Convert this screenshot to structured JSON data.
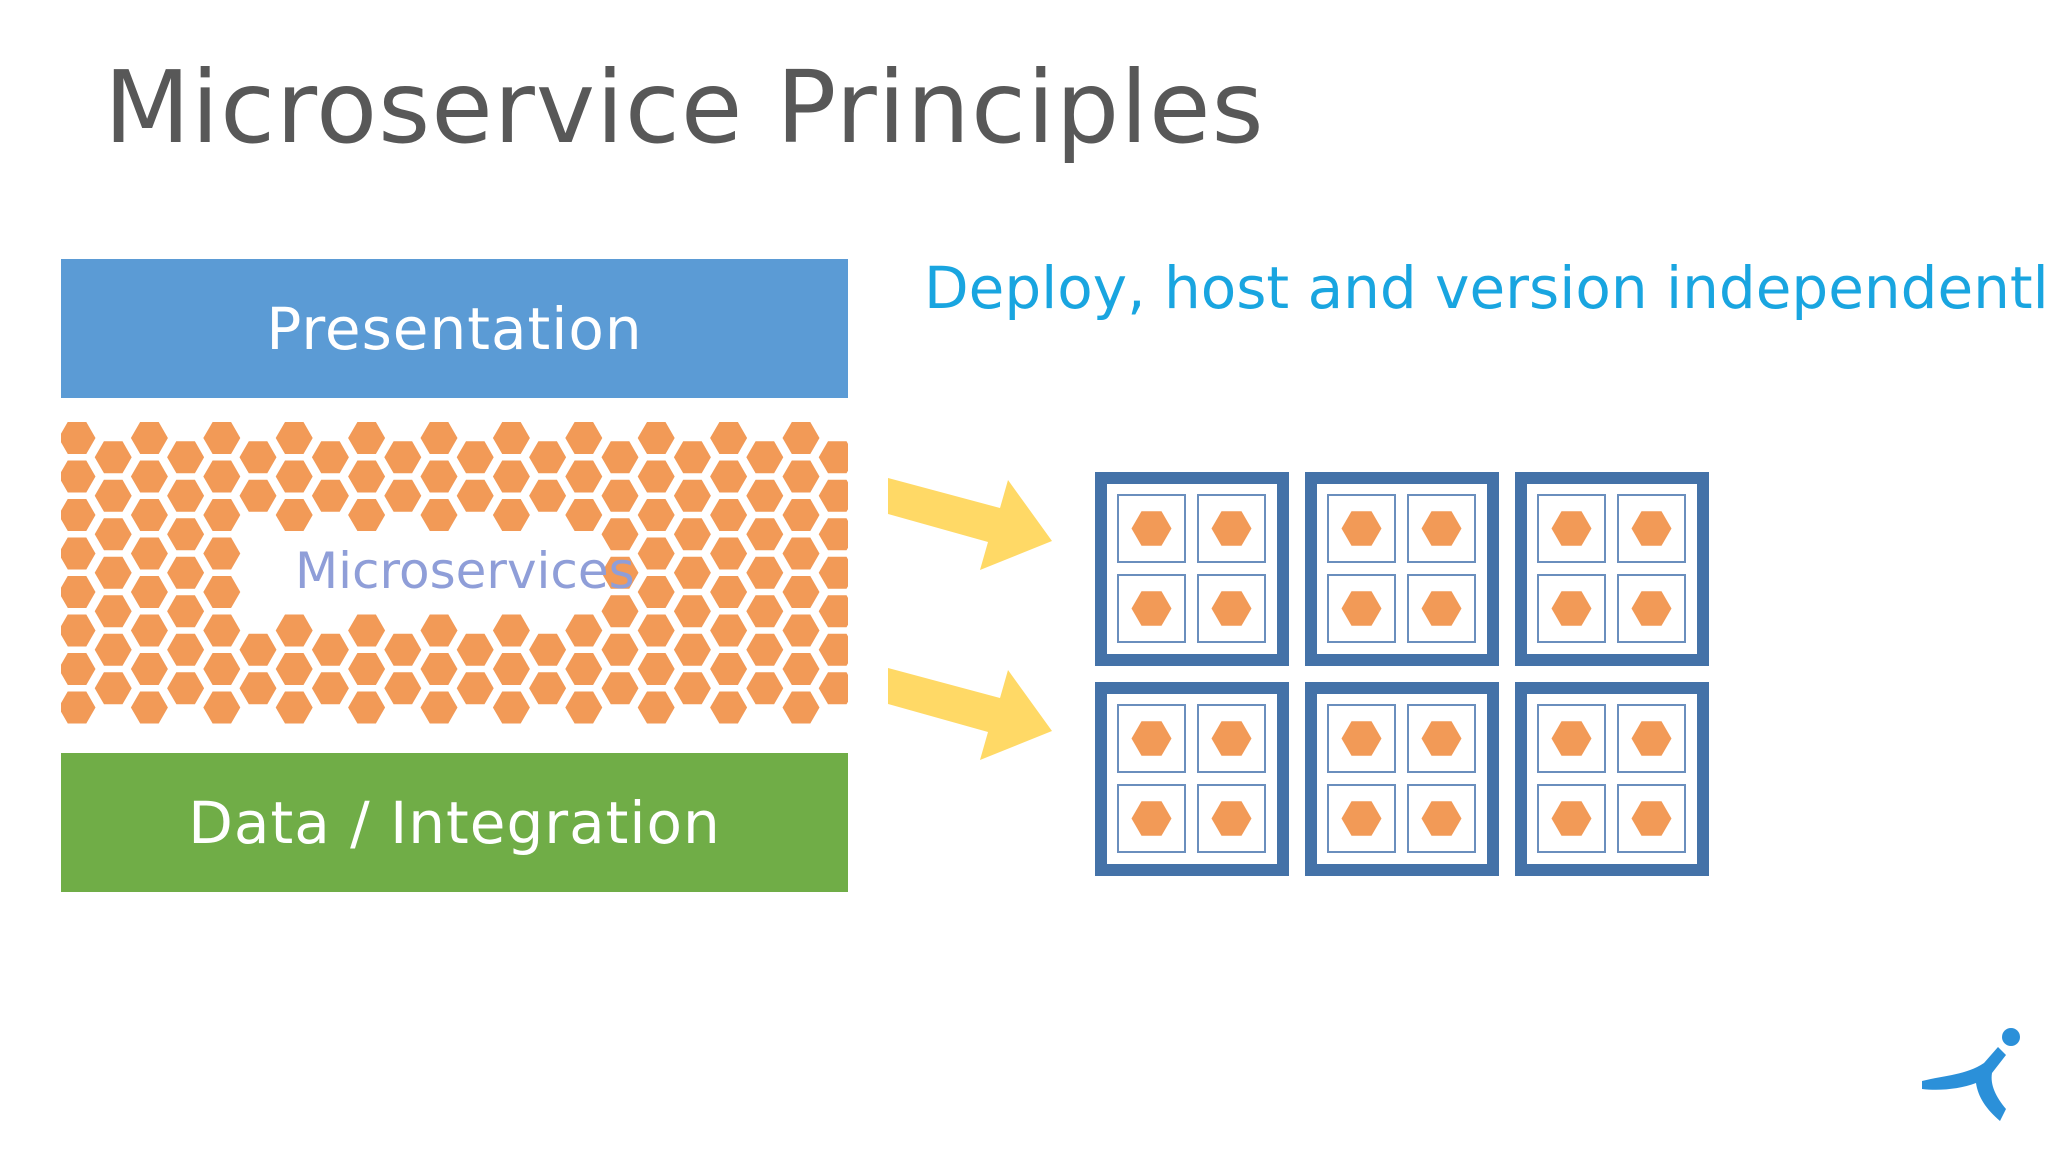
{
  "slide": {
    "title": "Microservice Principles",
    "subtitle": "Deploy, host and version independently"
  },
  "layers": {
    "presentation": "Presentation",
    "microservices": "Microservices",
    "data_integration": "Data / Integration"
  },
  "hosts": {
    "rows": 2,
    "columns": 3,
    "slots_per_host": 4
  },
  "arrows": {
    "count": 2
  },
  "icons": {
    "microservice": "hexagon-icon",
    "arrow": "arrow-right-icon",
    "logo": "runner-logo-icon"
  },
  "colors": {
    "title": "#585858",
    "subtitle": "#19a5e0",
    "presentation": "#5b9bd5",
    "data_integration": "#70ad47",
    "hexagon": "#f29a57",
    "microservices_label": "#8f9ed8",
    "host_border": "#4472a8",
    "slot_border": "#6a8ebd",
    "arrow": "#ffd966",
    "logo": "#2b90d9"
  }
}
